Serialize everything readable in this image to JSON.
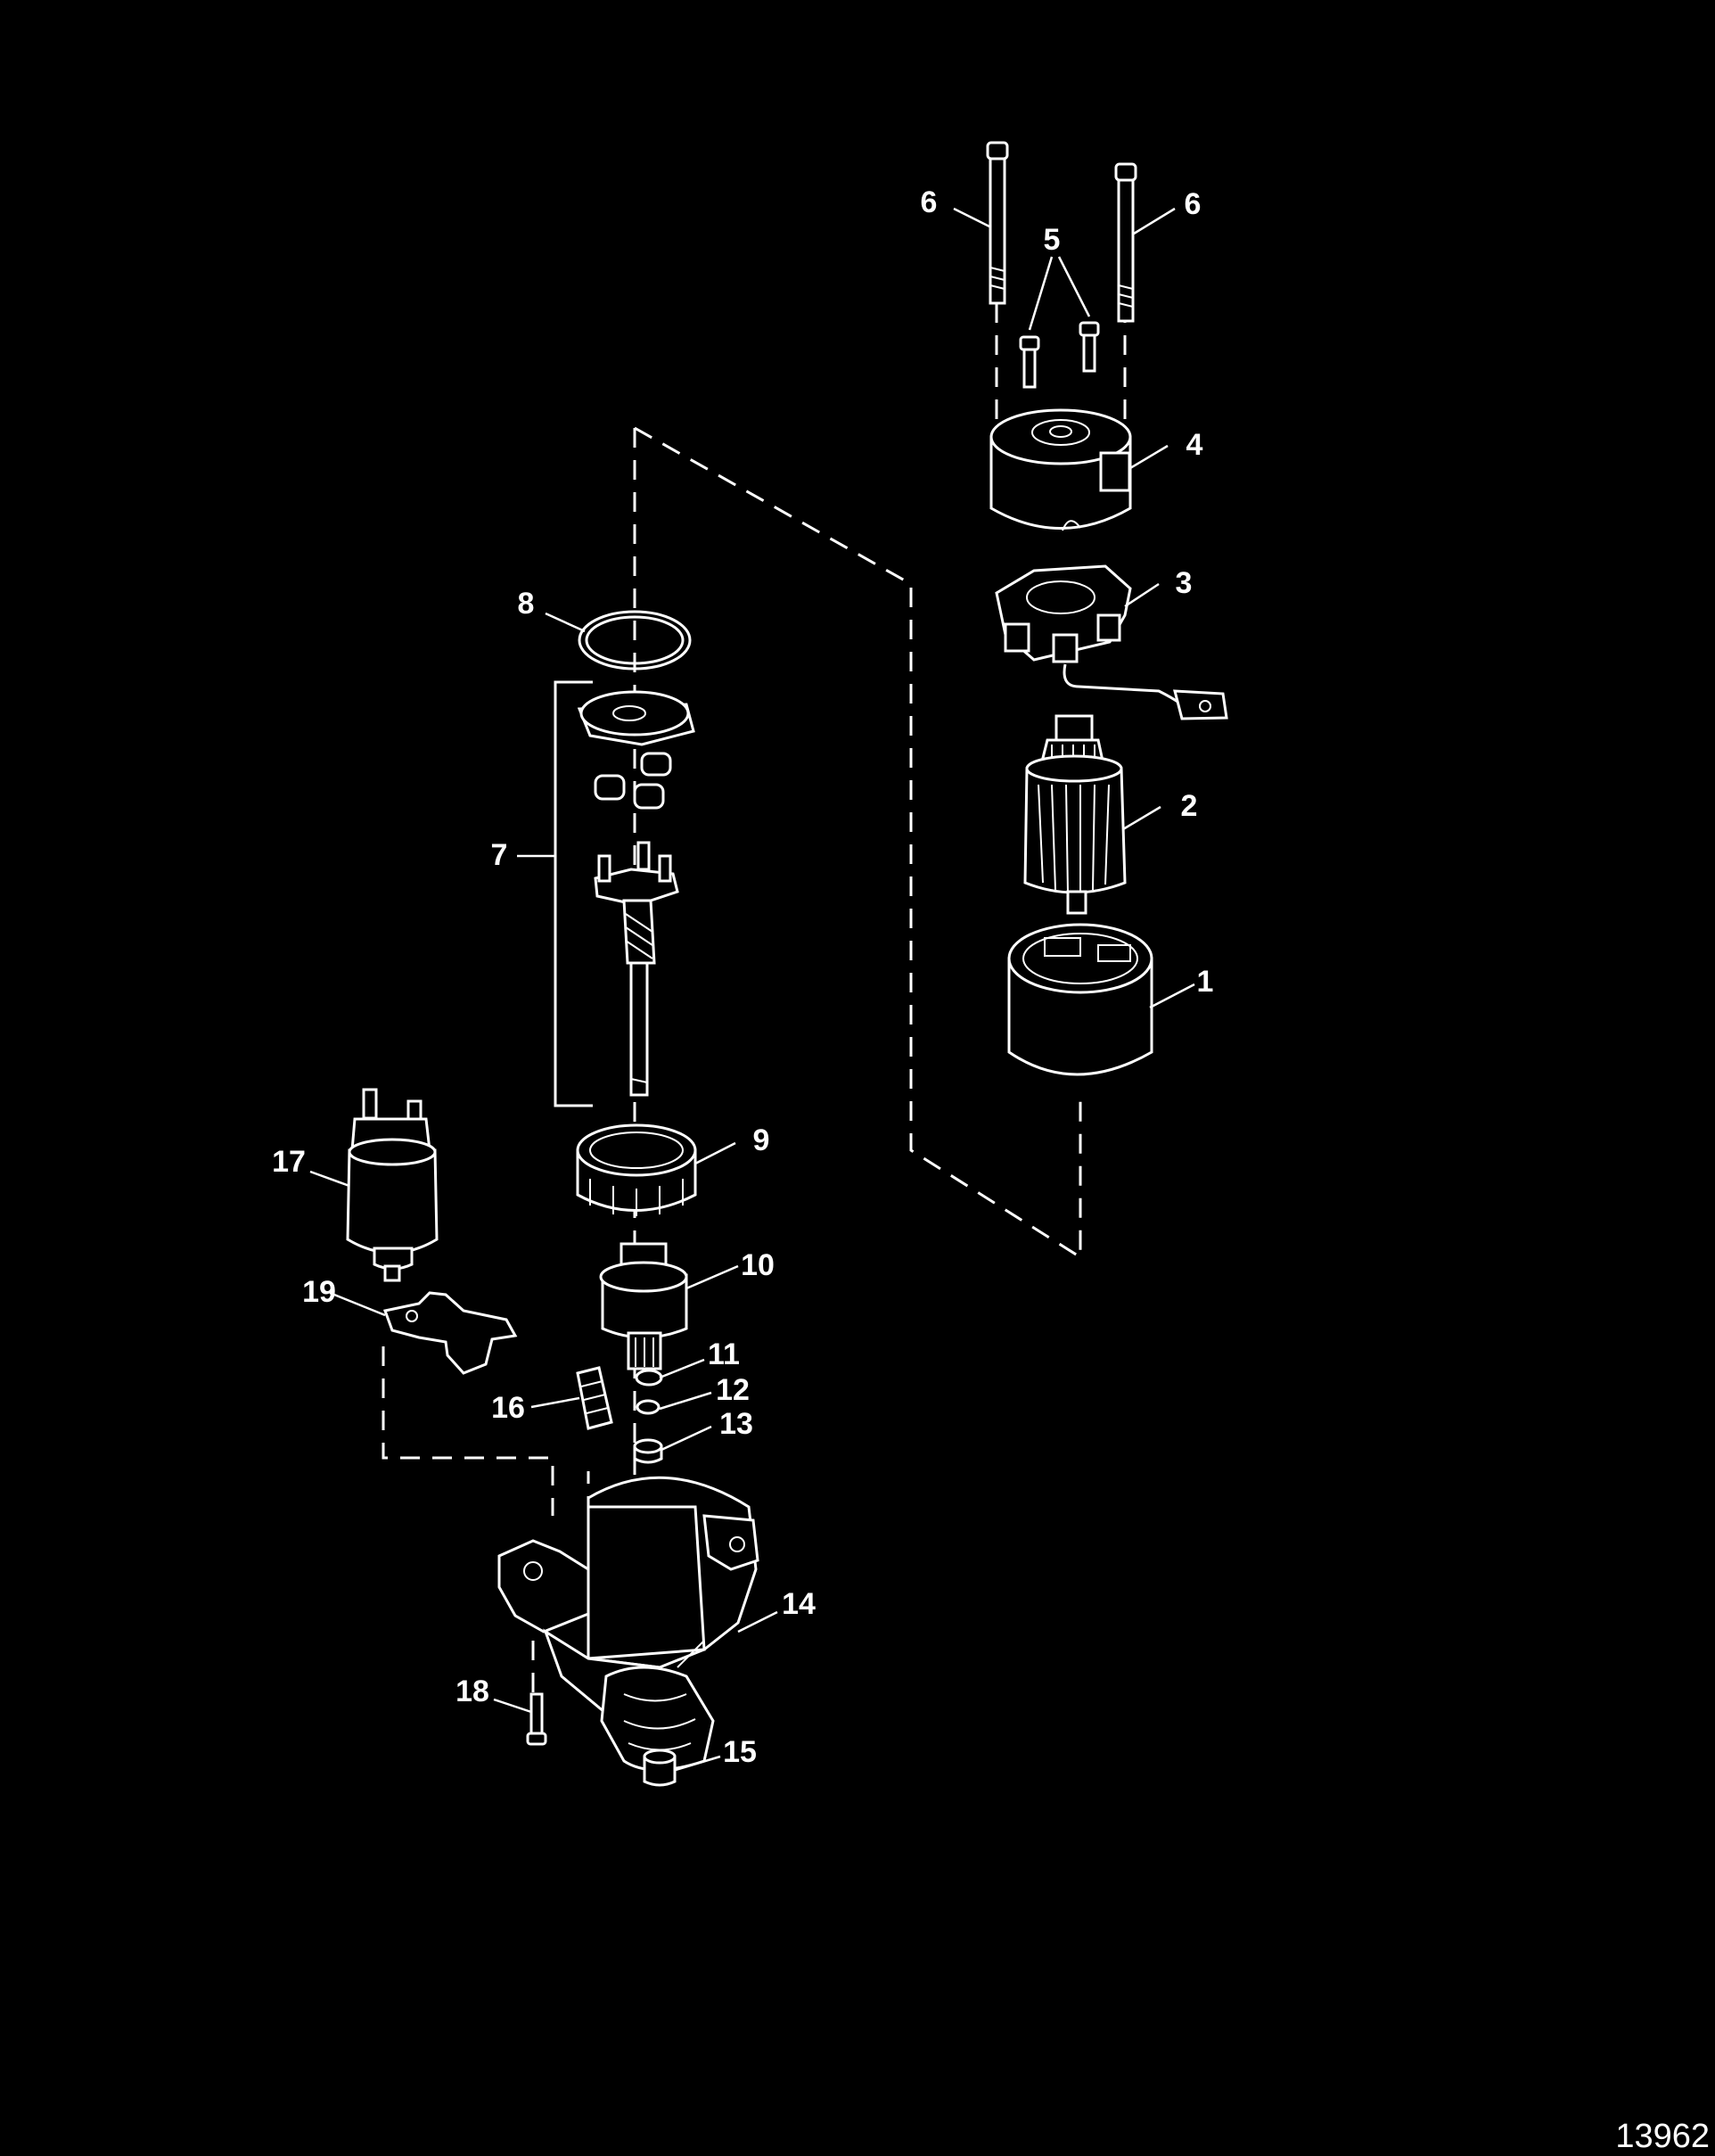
{
  "figure_number": "13962",
  "callouts": [
    {
      "id": "callout-1",
      "text": "1"
    },
    {
      "id": "callout-2",
      "text": "2"
    },
    {
      "id": "callout-3",
      "text": "3"
    },
    {
      "id": "callout-4",
      "text": "4"
    },
    {
      "id": "callout-5",
      "text": "5"
    },
    {
      "id": "callout-6a",
      "text": "6"
    },
    {
      "id": "callout-6b",
      "text": "6"
    },
    {
      "id": "callout-7",
      "text": "7"
    },
    {
      "id": "callout-8",
      "text": "8"
    },
    {
      "id": "callout-9",
      "text": "9"
    },
    {
      "id": "callout-10",
      "text": "10"
    },
    {
      "id": "callout-11",
      "text": "11"
    },
    {
      "id": "callout-12",
      "text": "12"
    },
    {
      "id": "callout-13",
      "text": "13"
    },
    {
      "id": "callout-14",
      "text": "14"
    },
    {
      "id": "callout-15",
      "text": "15"
    },
    {
      "id": "callout-16",
      "text": "16"
    },
    {
      "id": "callout-17",
      "text": "17"
    },
    {
      "id": "callout-18",
      "text": "18"
    },
    {
      "id": "callout-19",
      "text": "19"
    }
  ]
}
